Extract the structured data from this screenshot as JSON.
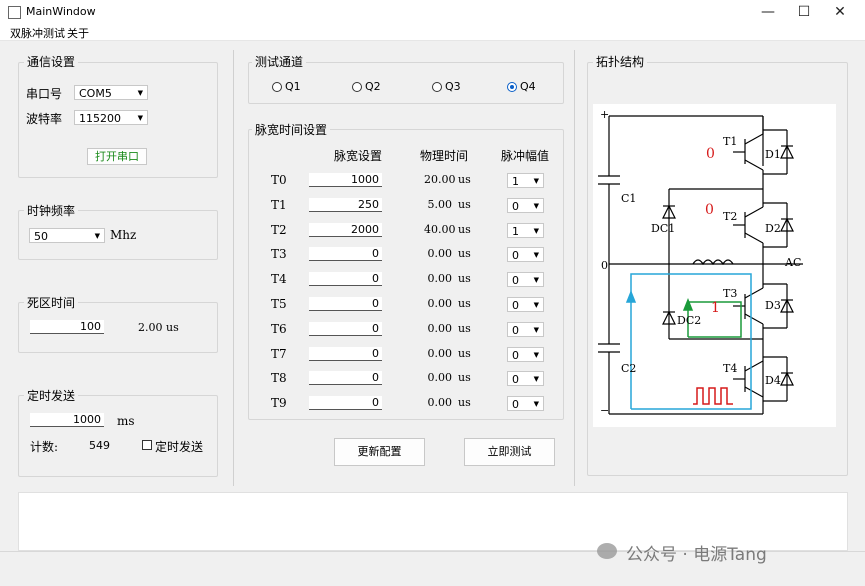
{
  "window": {
    "title": "MainWindow",
    "minimize": "—",
    "maximize": "☐",
    "close": "✕"
  },
  "menu": {
    "items": [
      "双脉冲测试",
      "关于"
    ]
  },
  "comm": {
    "title": "通信设置",
    "port_label": "串口号",
    "port_value": "COM5",
    "baud_label": "波特率",
    "baud_value": "115200",
    "open_button": "打开串口"
  },
  "clock": {
    "title": "时钟频率",
    "value": "50",
    "unit": "Mhz"
  },
  "deadtime": {
    "title": "死区时间",
    "value": "100",
    "physical": "2.00",
    "unit": "us"
  },
  "timer": {
    "title": "定时发送",
    "value": "1000",
    "unit": "ms",
    "count_label": "计数:",
    "count_value": "549",
    "checkbox_label": "定时发送"
  },
  "channel": {
    "title": "测试通道",
    "options": [
      "Q1",
      "Q2",
      "Q3",
      "Q4"
    ],
    "selected": "Q4"
  },
  "pulse": {
    "title": "脉宽时间设置",
    "headers": [
      "脉宽设置",
      "物理时间",
      "脉冲幅值"
    ],
    "rows": [
      {
        "name": "T0",
        "width": "1000",
        "time": "20.00",
        "unit": "us",
        "amp": "1"
      },
      {
        "name": "T1",
        "width": "250",
        "time": "5.00",
        "unit": "us",
        "amp": "0"
      },
      {
        "name": "T2",
        "width": "2000",
        "time": "40.00",
        "unit": "us",
        "amp": "1"
      },
      {
        "name": "T3",
        "width": "0",
        "time": "0.00",
        "unit": "us",
        "amp": "0"
      },
      {
        "name": "T4",
        "width": "0",
        "time": "0.00",
        "unit": "us",
        "amp": "0"
      },
      {
        "name": "T5",
        "width": "0",
        "time": "0.00",
        "unit": "us",
        "amp": "0"
      },
      {
        "name": "T6",
        "width": "0",
        "time": "0.00",
        "unit": "us",
        "amp": "0"
      },
      {
        "name": "T7",
        "width": "0",
        "time": "0.00",
        "unit": "us",
        "amp": "0"
      },
      {
        "name": "T8",
        "width": "0",
        "time": "0.00",
        "unit": "us",
        "amp": "0"
      },
      {
        "name": "T9",
        "width": "0",
        "time": "0.00",
        "unit": "us",
        "amp": "0"
      }
    ],
    "update_button": "更新配置",
    "test_button": "立即测试"
  },
  "topology": {
    "title": "拓扑结构",
    "labels": {
      "plus": "+",
      "minus": "−",
      "zero": "0",
      "ac": "AC",
      "c1": "C1",
      "c2": "C2",
      "dc1": "DC1",
      "dc2": "DC2",
      "t1": "T1",
      "t2": "T2",
      "t3": "T3",
      "t4": "T4",
      "d1": "D1",
      "d2": "D2",
      "d3": "D3",
      "d4": "D4",
      "s1": "0",
      "s2": "0",
      "s3": "1"
    }
  },
  "watermark": "公众号 · 电源Tang"
}
